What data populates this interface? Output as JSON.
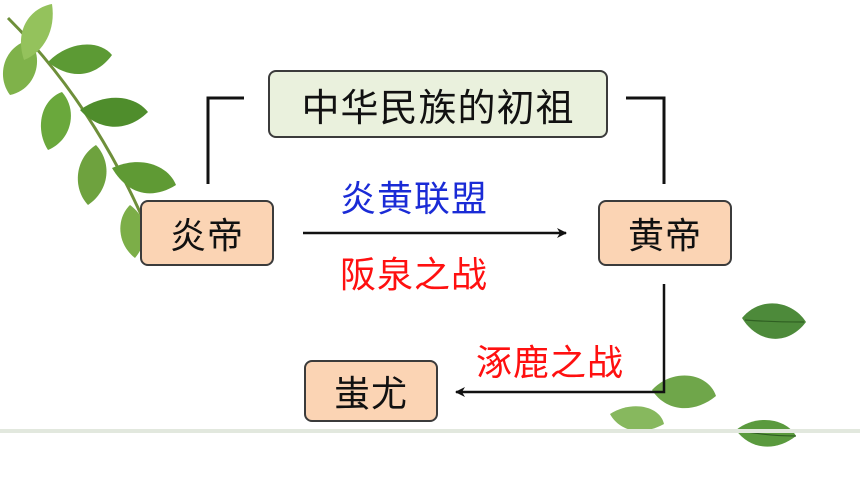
{
  "diagram": {
    "top_box": "中华民族的初祖",
    "node_yandi": "炎帝",
    "node_huangdi": "黄帝",
    "node_chiyou": "蚩尤",
    "edge_upper_label": "炎黄联盟",
    "edge_lower_label": "阪泉之战",
    "edge_bottom_label": "涿鹿之战"
  },
  "colors": {
    "top_box_fill": "#eaf1dd",
    "node_fill": "#fbd4b4",
    "blue_label": "#1a2bd6",
    "red_label": "#ff1010",
    "leaf_green": "#5a9a3a"
  }
}
